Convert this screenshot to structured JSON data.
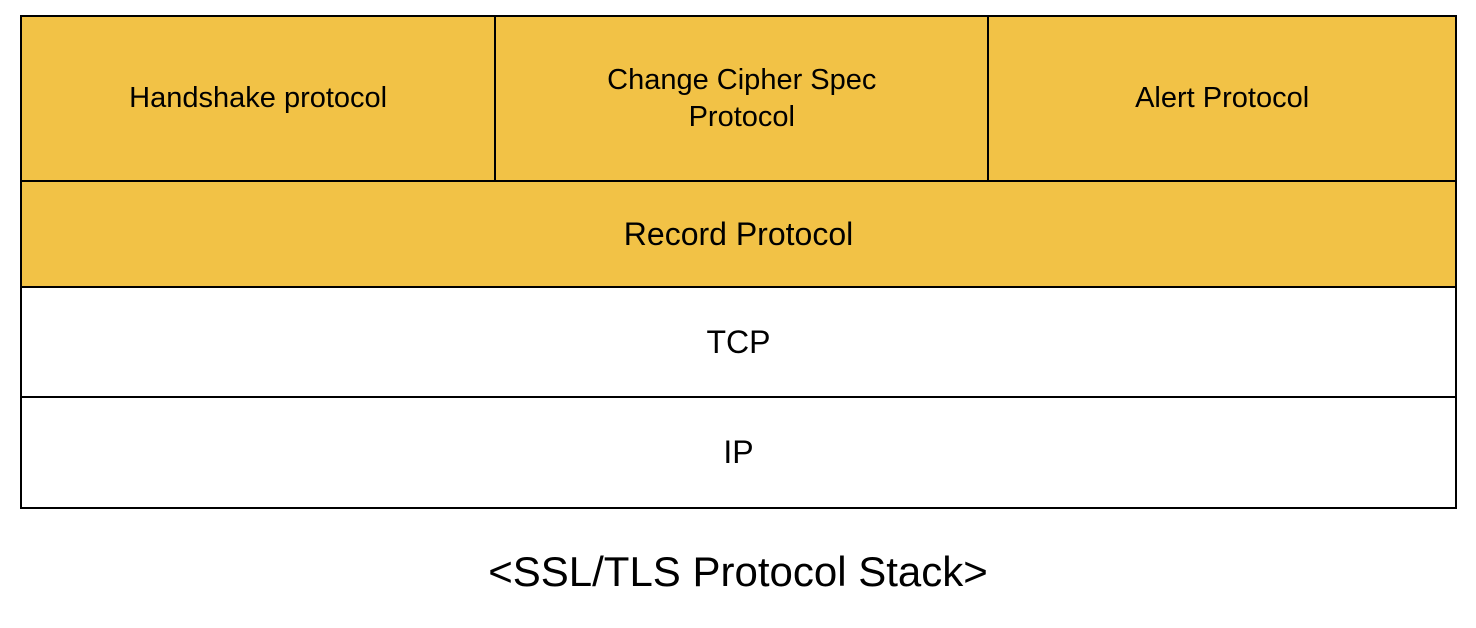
{
  "diagram": {
    "caption": "<SSL/TLS Protocol Stack>",
    "colors": {
      "layer_fill": "#F2C246",
      "border": "#000000",
      "text": "#000000",
      "background": "#FFFFFF"
    },
    "rows": [
      {
        "name": "ssl-subprotocol-layer",
        "fill": "#F2C246",
        "cells": [
          {
            "label": "Handshake protocol"
          },
          {
            "label": "Change Cipher Spec Protocol"
          },
          {
            "label": "Alert Protocol"
          }
        ]
      },
      {
        "name": "record-protocol-layer",
        "fill": "#F2C246",
        "cells": [
          {
            "label": "Record Protocol"
          }
        ]
      },
      {
        "name": "tcp-layer",
        "fill": "#FFFFFF",
        "cells": [
          {
            "label": "TCP"
          }
        ]
      },
      {
        "name": "ip-layer",
        "fill": "#FFFFFF",
        "cells": [
          {
            "label": "IP"
          }
        ]
      }
    ]
  }
}
